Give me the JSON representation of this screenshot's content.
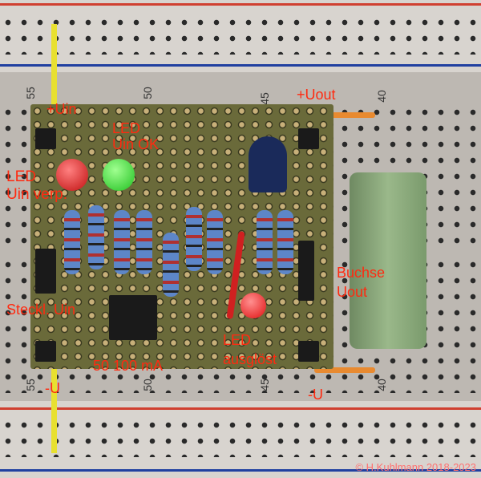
{
  "labels": {
    "plus_uin": "+Uin",
    "led_uin_ok": "LED\nUin OK",
    "led_uin_verp": "LED\nUin verp.",
    "plus_uout": "+Uout",
    "buchse_uout": "Buchse\nUout",
    "steckl_uin": "Steckl. Uin",
    "current_select": "50 100 mA",
    "led_ausgeloest": "LED\nausglöst",
    "minus_u_left": "-U",
    "minus_u_right": "-U"
  },
  "breadboard_numbers": {
    "top": [
      "55",
      "50",
      "45",
      "40"
    ],
    "bottom": [
      "55",
      "50",
      "45",
      "40"
    ]
  },
  "copyright": "© H.Kuhlmann 2018-2023",
  "colors": {
    "annotation": "#ff2a10",
    "copyright": "#ff7070"
  }
}
